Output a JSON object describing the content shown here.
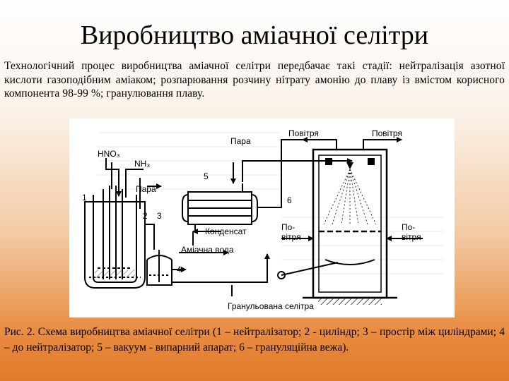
{
  "slide": {
    "title": "Виробництво аміачної селітри",
    "intro": "Технологічний процес виробництва аміачної селітри передбачає такі стадії: нейтралізація азотної кислоти газоподібним аміаком; розпарювання розчину нітрату амонію до плаву із вмістом корисного компонента 98-99 %; гранулювання плаву.",
    "caption": "Рис. 2. Схема виробництва аміачної селітри (1 – нейтралізатор; 2 - циліндр; 3 – простір між циліндрами; 4 – до нейтралізатор; 5 – вакуум - випарний апарат; 6 – грануляційна вежа)."
  },
  "diagram": {
    "labels": {
      "hno3": "HNO₃",
      "nh3": "NH₃",
      "steam_left": "Пара",
      "steam_top": "Пара",
      "air_top_left": "Повітря",
      "air_top_right": "Повітря",
      "air_left_line1": "По-",
      "air_left_line2": "вітря",
      "air_right_line1": "По-",
      "air_right_line2": "вітря",
      "condensate": "Конденсат",
      "ammonia_water": "Аміачна вода",
      "granulated": "Гранульована селітра",
      "n1": "1",
      "n2": "2",
      "n3": "3",
      "n4": "4",
      "n5": "5",
      "n6": "6"
    }
  }
}
